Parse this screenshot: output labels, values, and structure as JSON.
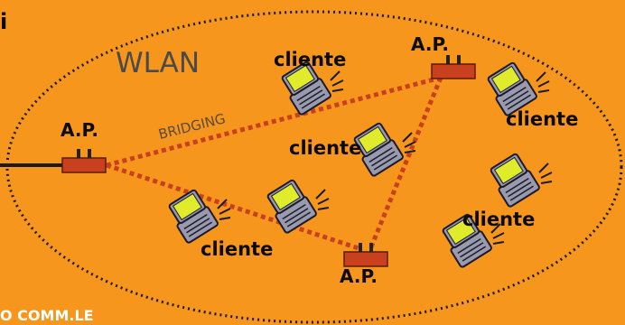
{
  "corner_text": "i",
  "network_label": "WLAN",
  "bridging_label": "BRIDGING",
  "access_points": [
    {
      "label": "A.P."
    },
    {
      "label": "A.P."
    },
    {
      "label": "A.P."
    }
  ],
  "clients": [
    {
      "label": "cliente"
    },
    {
      "label": "cliente"
    },
    {
      "label": "cliente"
    },
    {
      "label": "cliente"
    },
    {
      "label": "cliente"
    }
  ],
  "footer_text": "O COMM.LE",
  "colors": {
    "background": "#f7961d",
    "link": "#c8401e",
    "device": "#c8401e",
    "laptop_screen": "#dfeb2b",
    "laptop_body": "#9a9aaf"
  },
  "icons": [
    "access-point-icon",
    "laptop-icon",
    "wired-cable-icon"
  ]
}
